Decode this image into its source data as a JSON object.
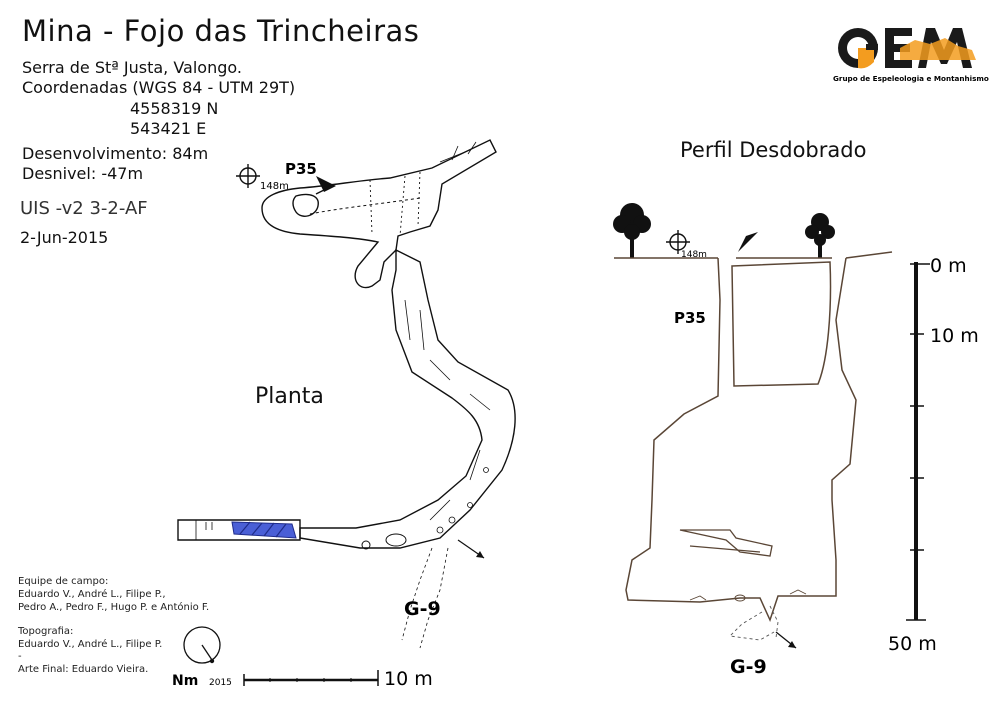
{
  "title": "Mina -  Fojo das Trincheiras",
  "location": "Serra de Stª Justa, Valongo.",
  "coords_label": "Coordenadas (WGS 84 - UTM 29T)",
  "north": "4558319 N",
  "east": "543421 E",
  "development": "Desenvolvimento: 84m",
  "depth": "Desnivel: -47m",
  "uis": "UIS -v2 3-2-AF",
  "date": "2-Jun-2015",
  "logo": {
    "mark": "GEM",
    "subtitle": "Grupo de Espeleologia e Montanhismo",
    "colors": {
      "orange": "#f39c1f",
      "dark": "#1a1a1a"
    }
  },
  "plan": {
    "label": "Planta",
    "entrance_label": "P35",
    "altitude": "148m",
    "connection_label": "G-9",
    "north_label": "Nm",
    "north_year": "2015",
    "scale_label": "10 m"
  },
  "profile": {
    "label": "Perfil Desdobrado",
    "entrance_label": "P35",
    "altitude": "148m",
    "connection_label": "G-9",
    "depth_ticks": [
      "0 m",
      "10 m",
      "50 m"
    ]
  },
  "credits": {
    "field_heading": "Equipe de campo:",
    "field_line1": "Eduardo V., André L., Filipe P.,",
    "field_line2": "Pedro A., Pedro F., Hugo P. e António F.",
    "topo_heading": "Topografia:",
    "topo_line1": "Eduardo V., André L., Filipe P.",
    "topo_line2": "-",
    "art": "Arte Final: Eduardo Vieira."
  },
  "colors": {
    "ink": "#111111",
    "profile_wall": "#5a4636",
    "water": "#4a5fd6"
  }
}
